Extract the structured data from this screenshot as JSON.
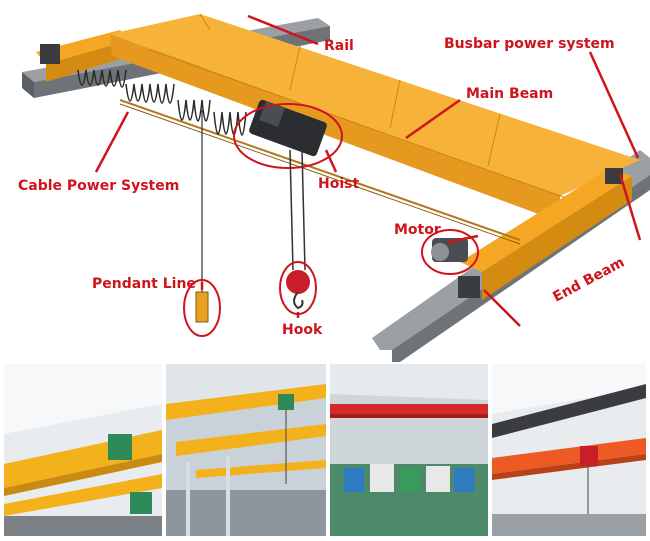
{
  "labels": {
    "rail": "Rail",
    "busbar": "Busbar power system",
    "main_beam": "Main Beam",
    "cable": "Cable Power System",
    "hoist": "Hoist",
    "motor": "Motor",
    "end_beam": "End Beam",
    "pendant": "Pendant Line",
    "hook": "Hook"
  },
  "colors": {
    "label": "#d0141c",
    "beam_yellow": "#f5a623",
    "rail_gray": "#8c9296",
    "hoist_dark": "#2b2d30"
  },
  "photos": [
    "yellow-crane-photo",
    "yellow-crane-workshop-photo",
    "red-crane-warehouse-photo",
    "orange-crane-photo"
  ]
}
